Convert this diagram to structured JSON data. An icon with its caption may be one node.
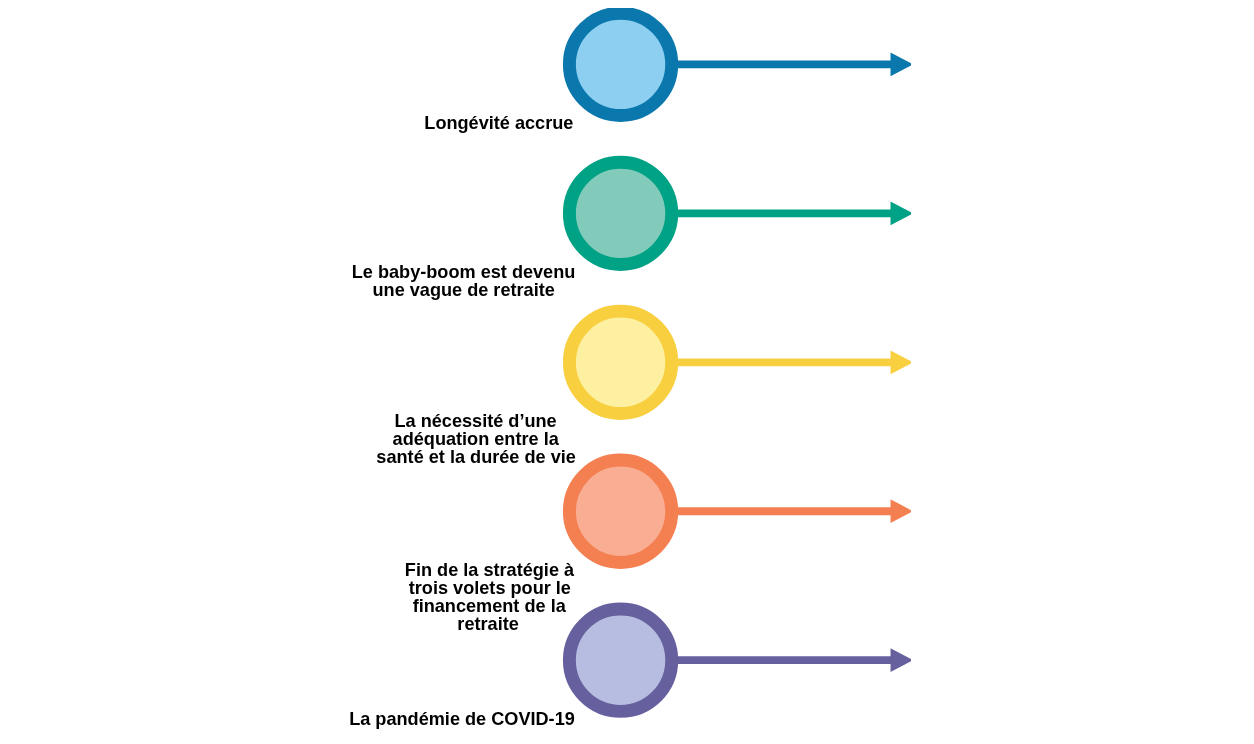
{
  "diagram": {
    "nodes": [
      {
        "text": [],
        "shape": "circle",
        "beside": [
          "Longévité accrue"
        ]
      },
      {
        "text": [],
        "shape": "circle",
        "beside": [
          "Le baby-boom est devenu une vague de retraite"
        ]
      },
      {
        "text": [],
        "shape": "circle",
        "beside": [
          "La nécessité d’une adéquation entre la santé et la durée de vie"
        ]
      },
      {
        "text": [],
        "shape": "circle",
        "beside": [
          "Fin de la stratégie à trois volets pour le financement de la retraite"
        ]
      },
      {
        "text": [],
        "shape": "circle",
        "beside": [
          "La pandémie de COVID-19"
        ]
      }
    ],
    "edges": [
      {
        "from": 0,
        "to": null,
        "arrow": "to",
        "color": "#0a77ad"
      },
      {
        "from": 1,
        "to": null,
        "arrow": "to",
        "color": "#00a286"
      },
      {
        "from": 2,
        "to": null,
        "arrow": "to",
        "color": "#f8cf3f"
      },
      {
        "from": 3,
        "to": null,
        "arrow": "to",
        "color": "#f47f50"
      },
      {
        "from": 4,
        "to": null,
        "arrow": "to",
        "color": "#67609e"
      }
    ]
  }
}
